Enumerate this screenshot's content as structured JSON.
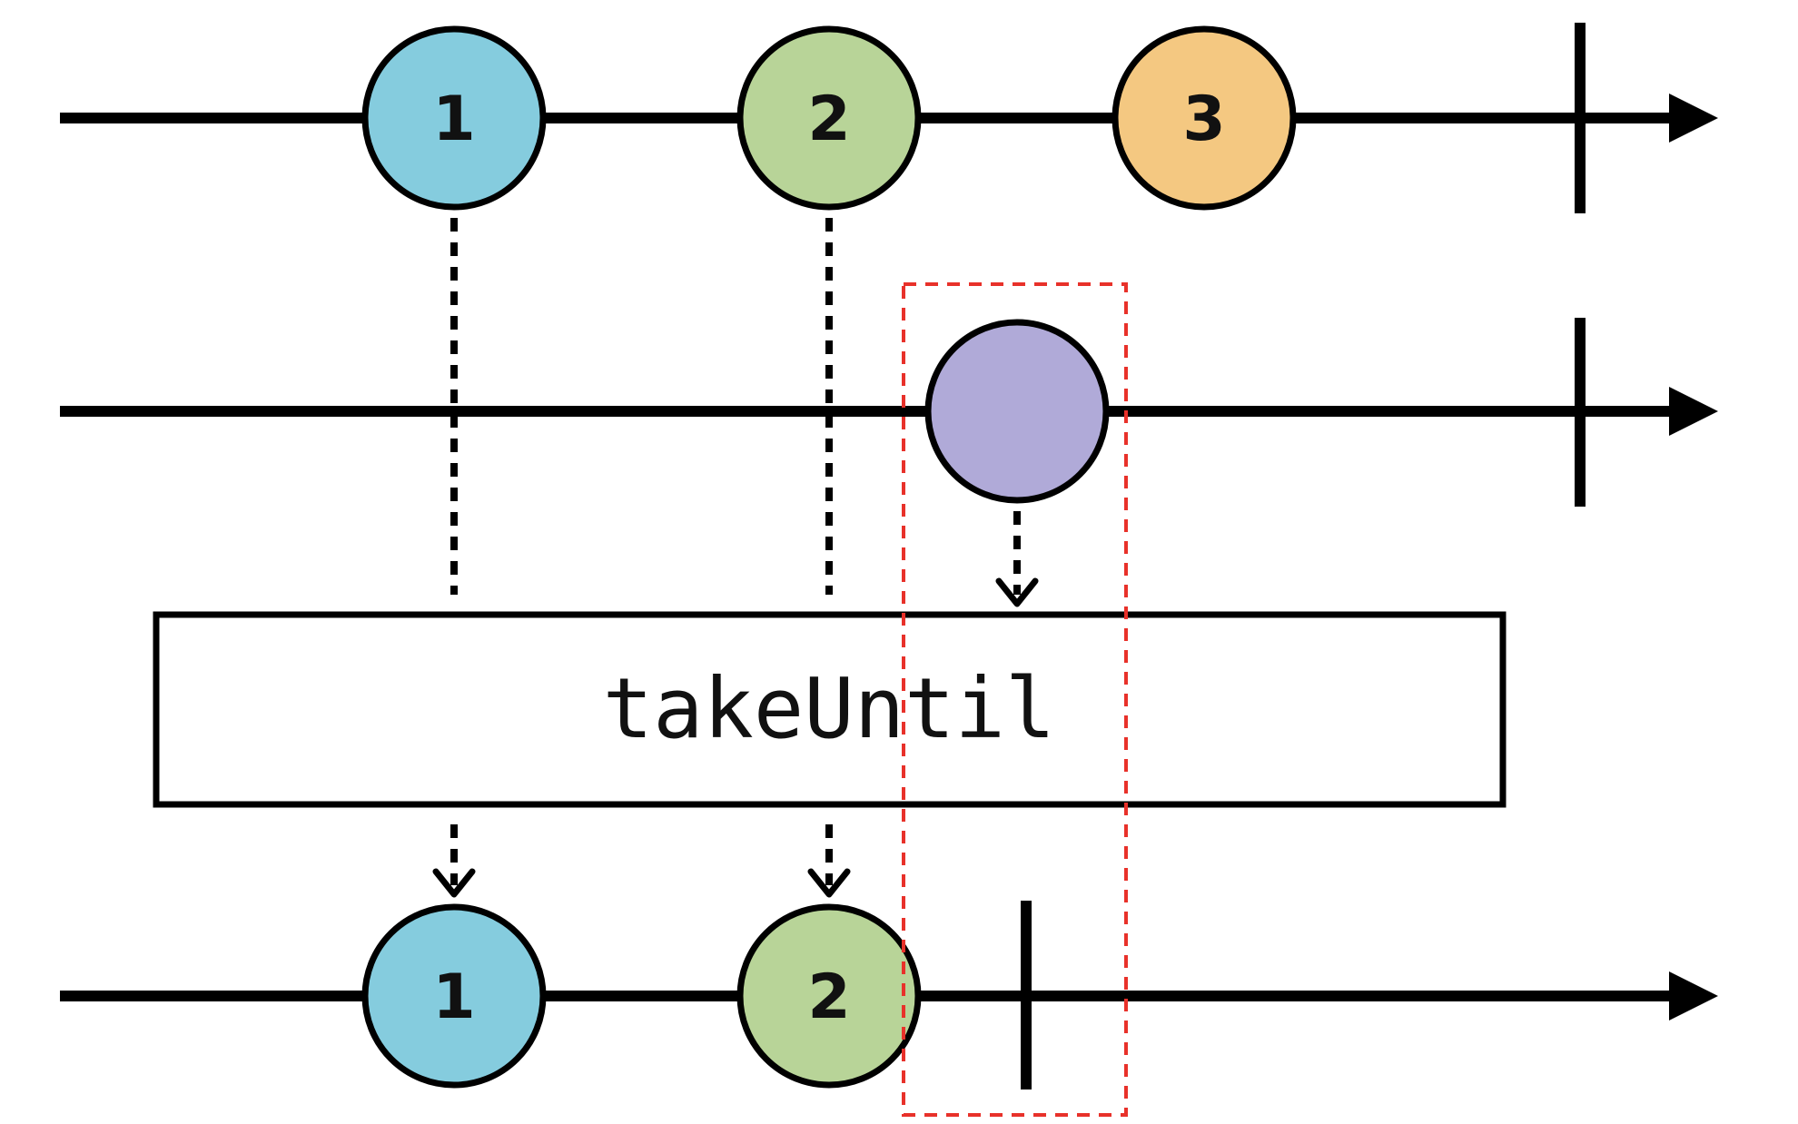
{
  "diagram": {
    "operator": "takeUntil",
    "source_stream": {
      "marbles": [
        {
          "label": "1",
          "color": "#85CCDE"
        },
        {
          "label": "2",
          "color": "#B8D498"
        },
        {
          "label": "3",
          "color": "#F4C881"
        }
      ],
      "completed": true
    },
    "notifier_stream": {
      "marbles": [
        {
          "label": "",
          "color": "#B0AAD8"
        }
      ],
      "completed": true
    },
    "result_stream": {
      "marbles": [
        {
          "label": "1",
          "color": "#85CCDE"
        },
        {
          "label": "2",
          "color": "#B8D498"
        }
      ],
      "completed": true
    },
    "colors": {
      "line": "#000000",
      "highlight": "#E8312A",
      "background": "#FFFFFF"
    }
  }
}
